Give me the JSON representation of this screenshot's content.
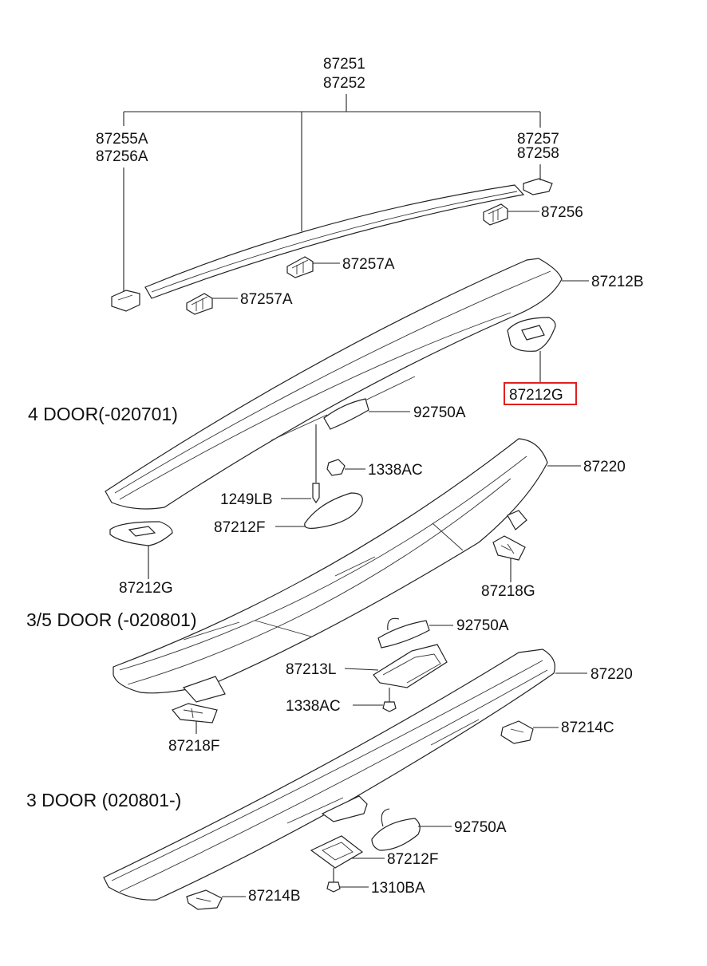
{
  "labels": {
    "p87251": "87251",
    "p87252": "87252",
    "p87255A": "87255A",
    "p87256A": "87256A",
    "p87257": "87257",
    "p87258": "87258",
    "p87256": "87256",
    "p87257A_1": "87257A",
    "p87257A_2": "87257A",
    "p87212B": "87212B",
    "p87212G_1": "87212G",
    "p92750A_1": "92750A",
    "p1338AC_1": "1338AC",
    "p1249LB": "1249LB",
    "p87220_1": "87220",
    "p87212F_1": "87212F",
    "p87212G_2": "87212G",
    "p87218G": "87218G",
    "p92750A_2": "92750A",
    "p87213L": "87213L",
    "p87220_2": "87220",
    "p1338AC_2": "1338AC",
    "p87214C": "87214C",
    "p87218F": "87218F",
    "p92750A_3": "92750A",
    "p87212F_2": "87212F",
    "p1310BA": "1310BA",
    "p87214B": "87214B"
  },
  "sections": {
    "four_door": "4 DOOR(-020701)",
    "three_five_door": "3/5 DOOR (-020801)",
    "three_door": "3 DOOR (020801-)"
  },
  "highlight": {
    "label": "87212G",
    "color": "#e0201e"
  }
}
